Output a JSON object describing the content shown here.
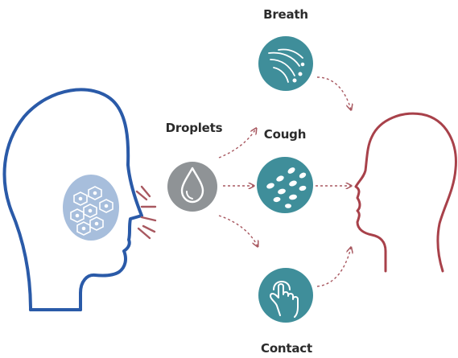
{
  "labels": {
    "breath": "Breath",
    "droplets": "Droplets",
    "cough": "Cough",
    "contact": "Contact"
  },
  "colors": {
    "source_head_outline": "#2a5aa8",
    "target_head_outline": "#a8414a",
    "teal_circle": "#3f8e9a",
    "droplet_circle": "#8f9396",
    "virus_patch": "#a7bedc",
    "arrow": "#a85860"
  }
}
